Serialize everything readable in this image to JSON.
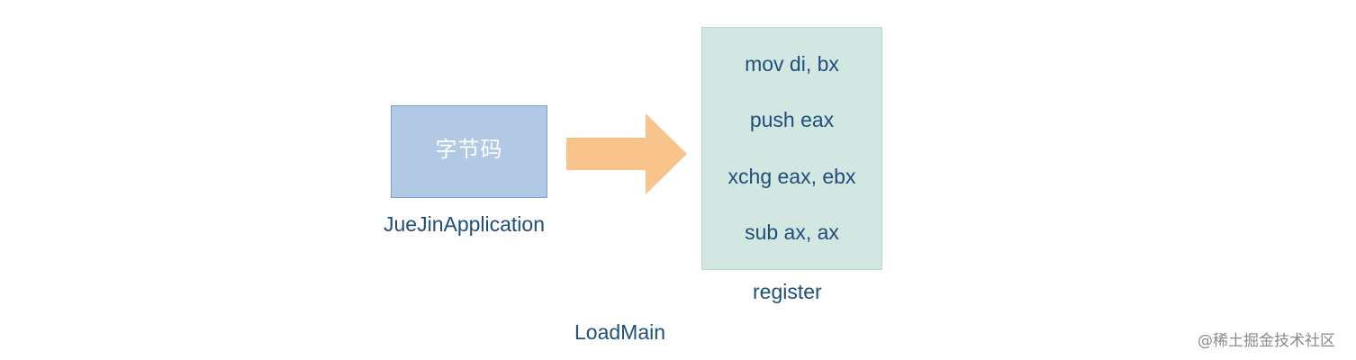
{
  "bytecode_box": {
    "text": "字节码",
    "fill": "#b2c9e6",
    "border": "#7a9fcf"
  },
  "application_label": "JueJinApplication",
  "arrow": {
    "fill": "#f8c48b"
  },
  "register": {
    "instructions": [
      "mov di, bx",
      "push eax",
      "xchg eax, ebx",
      "sub ax, ax"
    ],
    "label": "register",
    "fill": "#d3e7e2",
    "border": "#b7d9cf"
  },
  "loadmain_label": "LoadMain",
  "watermark": "@稀土掘金技术社区",
  "text_color": "#1f4e79"
}
